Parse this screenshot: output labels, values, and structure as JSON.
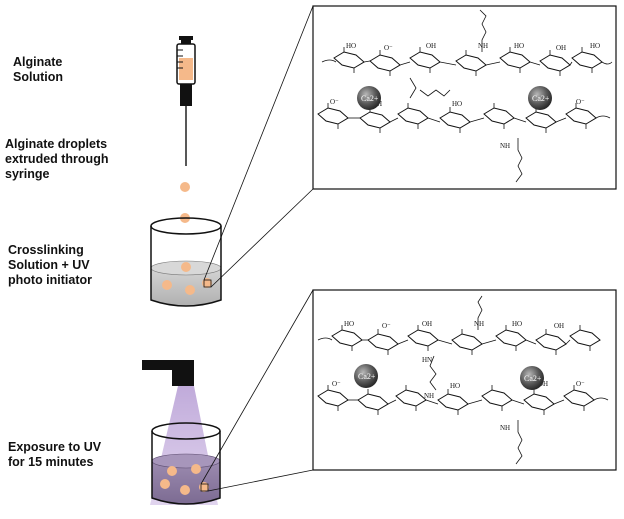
{
  "steps": [
    {
      "label": "Alginate\nSolution"
    },
    {
      "label": "Alginate droplets\nextruded through\n syringe"
    },
    {
      "label": "Crosslinking\nSolution + UV\nphoto initiator"
    },
    {
      "label": "Exposure to UV\nfor 15 minutes"
    }
  ],
  "panels": {
    "top": {
      "ions": [
        "Ca2+",
        "Ca2+"
      ]
    },
    "bottom": {
      "ions": [
        "Ca2+",
        "Ca2+"
      ]
    }
  },
  "atoms": {
    "oh": "OH",
    "ho": "HO",
    "o": "O",
    "o_minus": "O⁻",
    "nh": "NH",
    "hn": "HN",
    "n": "N"
  },
  "colors": {
    "droplet": "#f5b98a",
    "liquid": "#c8c8c8",
    "liquid_uv": "#8f7ea2",
    "uv_beam": "#c9b3df",
    "lamp": "#111111"
  }
}
